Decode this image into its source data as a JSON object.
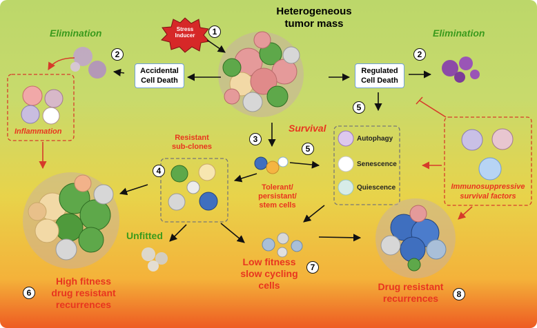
{
  "title": {
    "line1": "Heterogeneous",
    "line2": "tumor mass"
  },
  "stress": {
    "line1": "Stress",
    "line2": "Inducer"
  },
  "elimination_left": "Elimination",
  "elimination_right": "Elimination",
  "accidental_box": {
    "line1": "Accidental",
    "line2": "Cell Death"
  },
  "regulated_box": {
    "line1": "Regulated",
    "line2": "Cell Death"
  },
  "inflammation": "Inflammation",
  "survival": "Survival",
  "resistant_subclones": {
    "line1": "Resistant",
    "line2": "sub-clones"
  },
  "tolerant": {
    "line1": "Tolerant/",
    "line2": "persistant/",
    "line3": "stem cells"
  },
  "mechanisms": [
    "Autophagy",
    "Senescence",
    "Quiescence"
  ],
  "immunosuppressive": {
    "line1": "Immunosuppressive",
    "line2": "survival factors"
  },
  "unfitted": "Unfitted",
  "high_fitness": {
    "line1": "High fitness",
    "line2": "drug resistant",
    "line3": "recurrences"
  },
  "low_fitness": {
    "line1": "Low fitness",
    "line2": "slow cycling",
    "line3": "cells"
  },
  "drug_resistant": {
    "line1": "Drug resistant",
    "line2": "recurrences"
  },
  "step_numbers": [
    "1",
    "2",
    "2",
    "3",
    "4",
    "5",
    "5",
    "6",
    "7",
    "8"
  ],
  "colors": {
    "green_text": "#3a9a1c",
    "red_text": "#e8351f",
    "box_border": "#6fa0d8",
    "stress_star": "#d62828"
  }
}
